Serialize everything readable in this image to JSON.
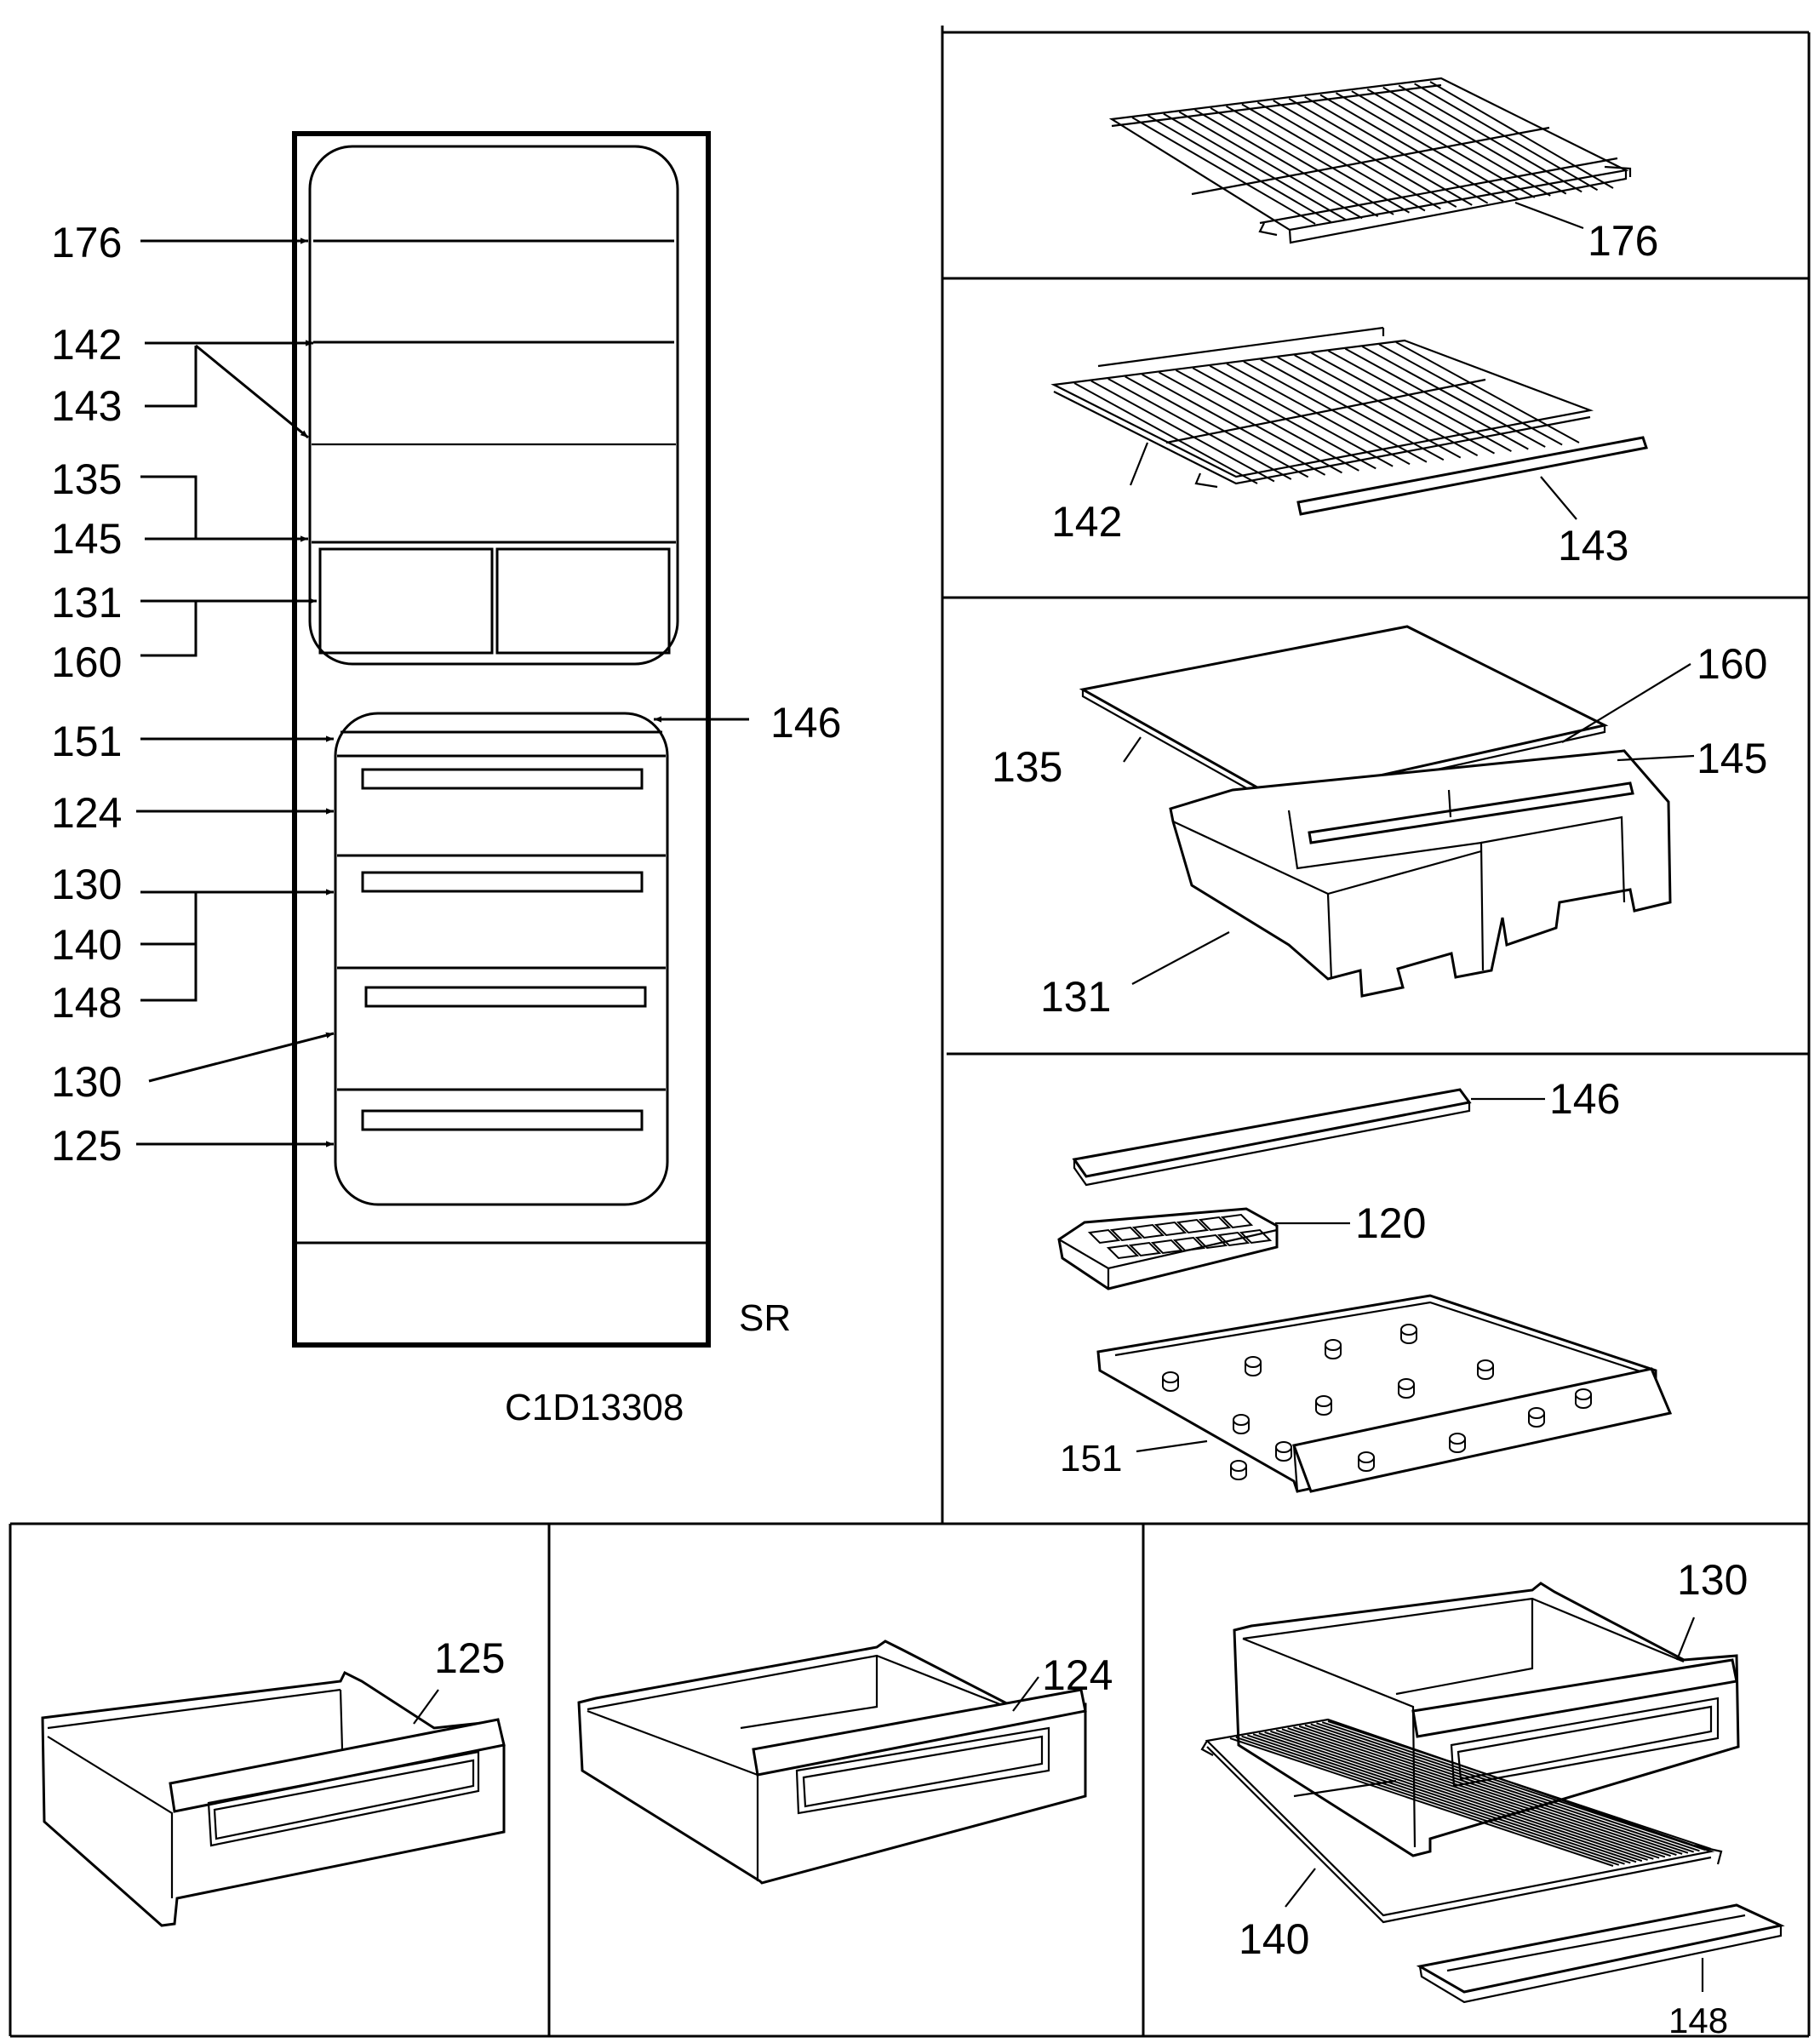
{
  "drawing_code": "C1D13308",
  "variant": "SR",
  "cabinet_callouts": {
    "c176": "176",
    "c142": "142",
    "c143": "143",
    "c135": "135",
    "c145": "145",
    "c131": "131",
    "c160": "160",
    "c146": "146",
    "c151": "151",
    "c124": "124",
    "c130a": "130",
    "c140": "140",
    "c148": "148",
    "c130b": "130",
    "c125": "125"
  },
  "panels": {
    "p176": "176",
    "p142": "142",
    "p143": "143",
    "p160": "160",
    "p135": "135",
    "p145": "145",
    "p131": "131",
    "p146": "146",
    "p120": "120",
    "p151": "151",
    "p125": "125",
    "p124": "124",
    "p130": "130",
    "p140": "140",
    "p148": "148"
  }
}
